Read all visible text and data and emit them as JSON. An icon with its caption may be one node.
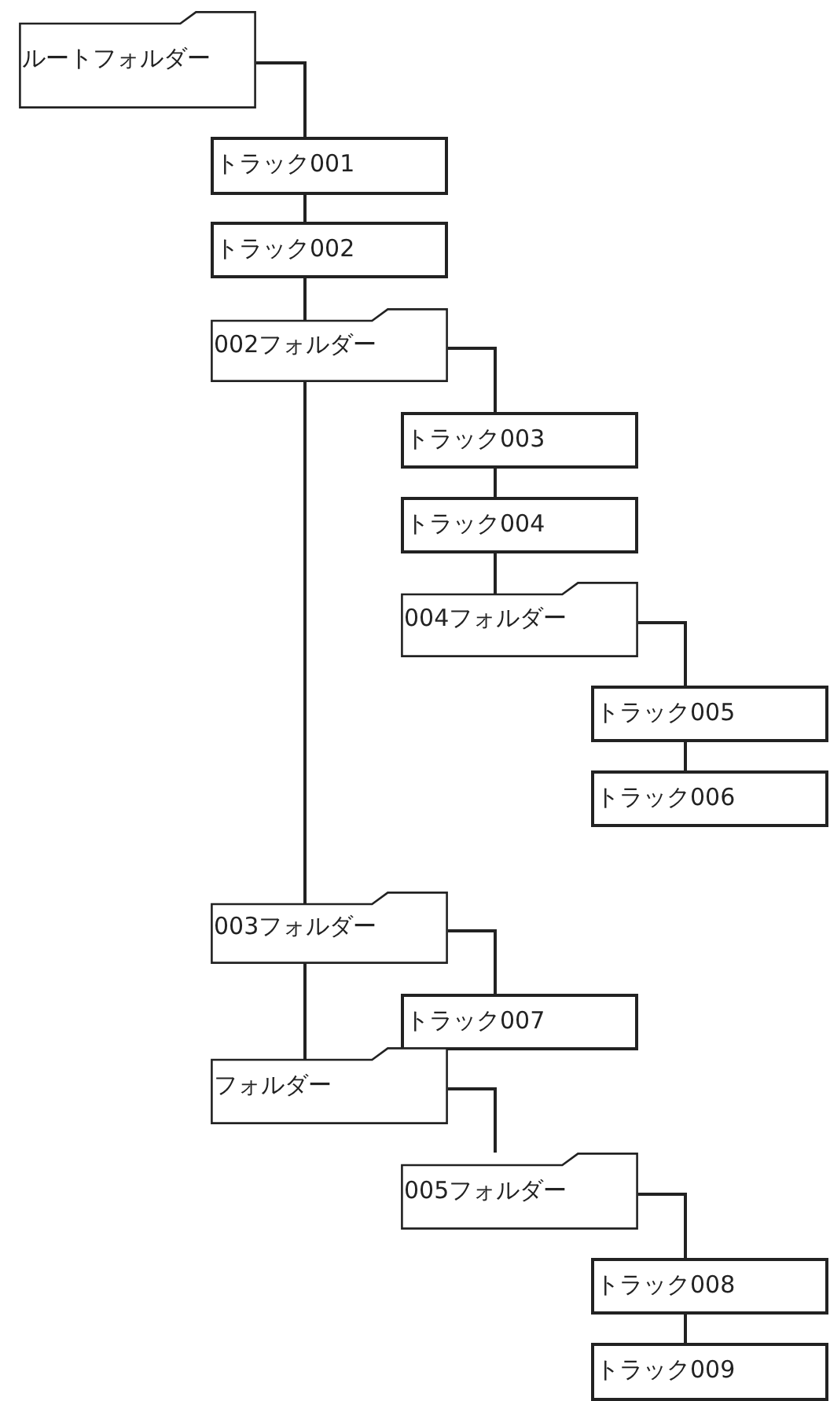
{
  "diagram": {
    "nodes": [
      {
        "text": [
          "ルートフォルダー"
        ]
      },
      {
        "text": [
          "トラック001"
        ]
      },
      {
        "text": [
          "トラック002"
        ]
      },
      {
        "text": [
          "002フォルダー"
        ]
      },
      {
        "text": [
          "トラック003"
        ]
      },
      {
        "text": [
          "トラック004"
        ]
      },
      {
        "text": [
          "004フォルダー"
        ]
      },
      {
        "text": [
          "トラック005"
        ]
      },
      {
        "text": [
          "トラック006"
        ]
      },
      {
        "text": [
          "003フォルダー"
        ]
      },
      {
        "text": [
          "トラック007"
        ]
      },
      {
        "text": [
          "フォルダー"
        ]
      },
      {
        "text": [
          "005フォルダー"
        ]
      },
      {
        "text": [
          "トラック008"
        ]
      },
      {
        "text": [
          "トラック009"
        ]
      }
    ],
    "edges": [
      {
        "from": 0,
        "to": 1,
        "arrow": "none"
      },
      {
        "from": 1,
        "to": 2,
        "arrow": "none"
      },
      {
        "from": 2,
        "to": 3,
        "arrow": "none"
      },
      {
        "from": 3,
        "to": 4,
        "arrow": "none"
      },
      {
        "from": 4,
        "to": 5,
        "arrow": "none"
      },
      {
        "from": 5,
        "to": 6,
        "arrow": "none"
      },
      {
        "from": 6,
        "to": 7,
        "arrow": "none"
      },
      {
        "from": 7,
        "to": 8,
        "arrow": "none"
      },
      {
        "from": 3,
        "to": 9,
        "arrow": "none"
      },
      {
        "from": 9,
        "to": 10,
        "arrow": "none"
      },
      {
        "from": 9,
        "to": 11,
        "arrow": "none"
      },
      {
        "from": 11,
        "to": 12,
        "arrow": "none"
      },
      {
        "from": 12,
        "to": 13,
        "arrow": "none"
      },
      {
        "from": 13,
        "to": 14,
        "arrow": "none"
      }
    ]
  }
}
